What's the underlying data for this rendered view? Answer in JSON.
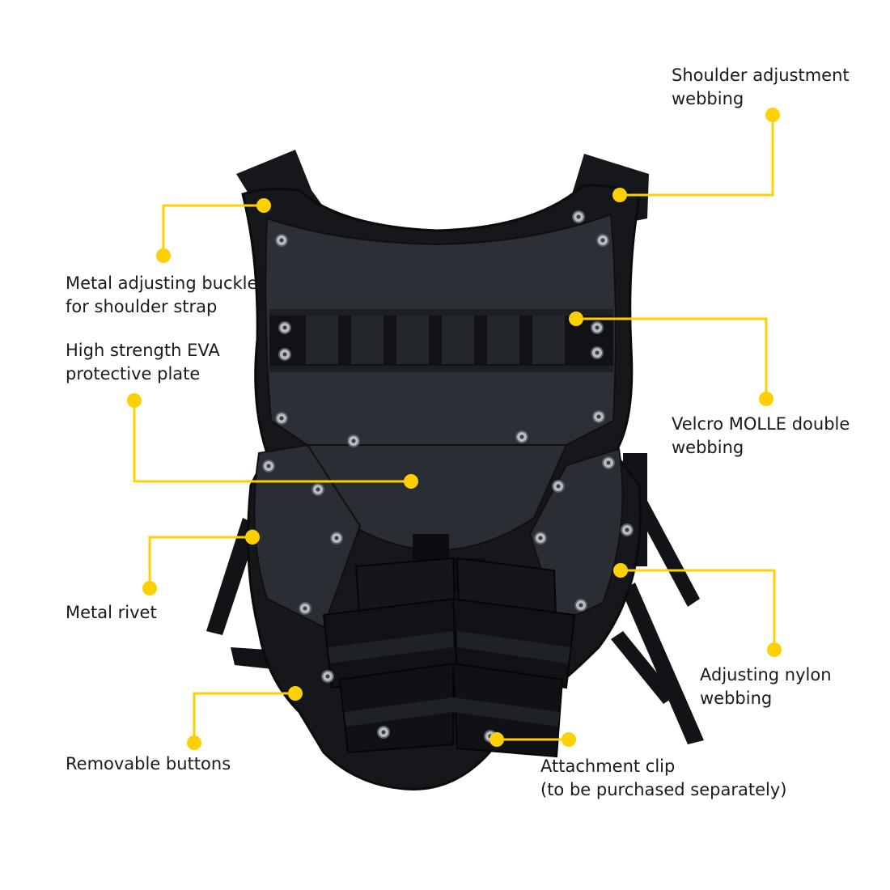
{
  "colors": {
    "leader": "#FFD000",
    "vest_dark": "#15171b",
    "vest_plate": "#2c3036",
    "vest_edge": "#0a0b0d",
    "rivet": "#b7bcc2",
    "label_text": "#1a1a1a"
  },
  "callouts": [
    {
      "id": "shoulder-adjustment-webbing",
      "lines": [
        "Shoulder adjustment",
        "webbing"
      ]
    },
    {
      "id": "metal-adjusting-buckle",
      "lines": [
        "Metal adjusting buckle",
        "for shoulder strap"
      ]
    },
    {
      "id": "eva-protective-plate",
      "lines": [
        "High strength EVA",
        "protective plate"
      ]
    },
    {
      "id": "velcro-molle-webbing",
      "lines": [
        "Velcro MOLLE double",
        "webbing"
      ]
    },
    {
      "id": "metal-rivet",
      "lines": [
        "Metal rivet"
      ]
    },
    {
      "id": "adjusting-nylon-webbing",
      "lines": [
        "Adjusting nylon",
        "webbing"
      ]
    },
    {
      "id": "removable-buttons",
      "lines": [
        "Removable buttons"
      ]
    },
    {
      "id": "attachment-clip",
      "lines": [
        "Attachment clip",
        "(to be purchased separately)"
      ]
    }
  ]
}
